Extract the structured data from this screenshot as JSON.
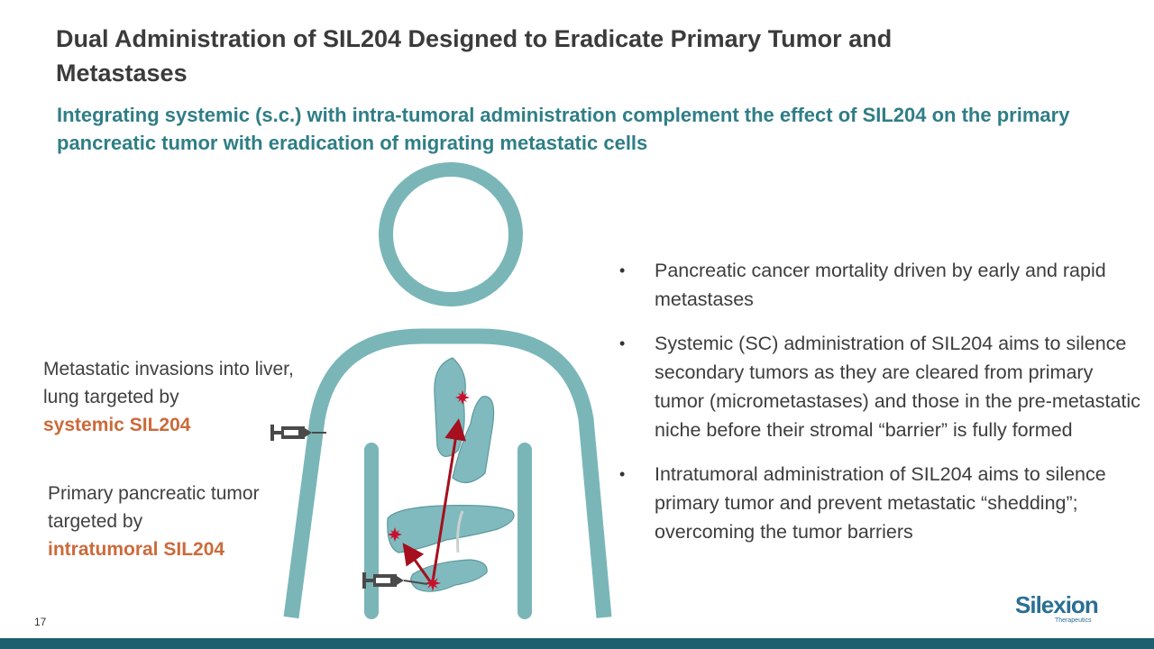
{
  "slide": {
    "title": "Dual Administration of SIL204 Designed to Eradicate Primary Tumor and Metastases",
    "subtitle": "Integrating systemic (s.c.) with intra-tumoral administration complement the effect of SIL204 on the primary pancreatic tumor with eradication of migrating metastatic cells",
    "page_number": "17"
  },
  "captions": {
    "metastatic": {
      "text": "Metastatic invasions into liver, lung targeted by",
      "highlight": "systemic SIL204"
    },
    "primary": {
      "text": "Primary pancreatic tumor targeted by",
      "highlight": "intratumoral SIL204"
    }
  },
  "bullets": [
    "Pancreatic cancer mortality driven by early and rapid metastases",
    "Systemic (SC) administration of SIL204 aims to silence secondary tumors as they are cleared from primary tumor (micrometastases) and those in the pre-metastatic niche before their stromal “barrier” is fully formed",
    "Intratumoral administration of SIL204 aims to silence primary tumor and prevent metastatic “shedding”; overcoming the tumor barriers"
  ],
  "bullet_symbol": "•",
  "logo": {
    "name": "Silexion",
    "tagline": "Therapeutics"
  },
  "colors": {
    "title": "#3b3b3b",
    "subtitle": "#2f7e86",
    "highlight": "#cc6a3a",
    "body_outline": "#7ab6b8",
    "organ_fill": "#80babe",
    "tumor": "#c8102e",
    "arrow": "#a50f1e",
    "footer_bar": "#1d5f6e",
    "logo": "#2a6f93"
  }
}
